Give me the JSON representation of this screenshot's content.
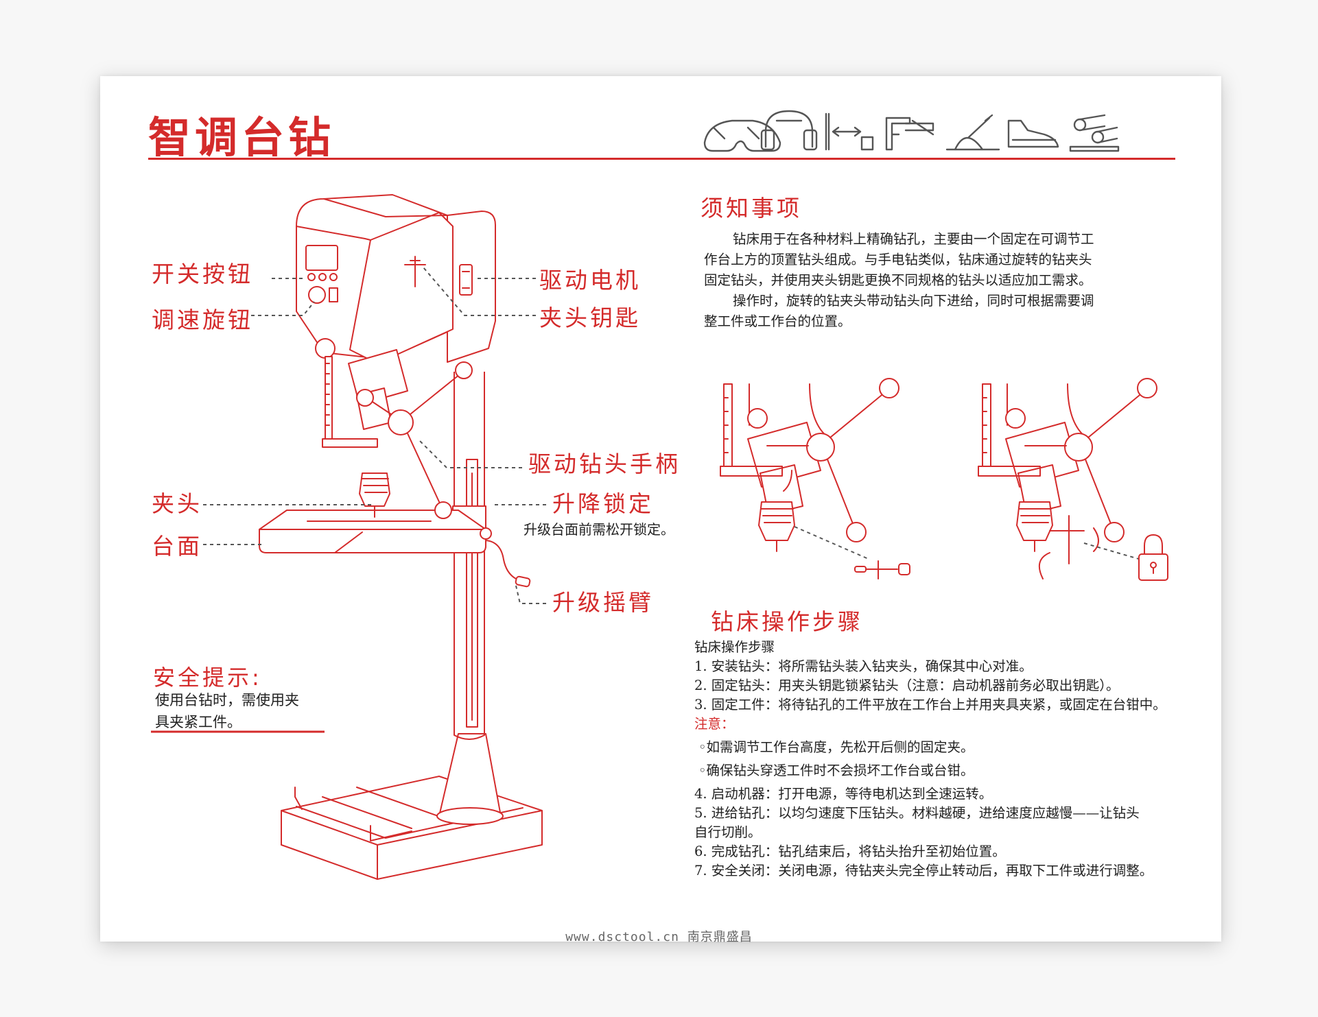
{
  "title": "智调台钻",
  "labels": {
    "power_button": "开关按钮",
    "speed_knob": "调速旋钮",
    "drive_motor": "驱动电机",
    "chuck_key": "夹头钥匙",
    "drive_handle": "驱动钻头手柄",
    "chuck": "夹头",
    "lift_lock": "升降锁定",
    "lift_lock_note": "升级台面前需松开锁定。",
    "table": "台面",
    "lift_crank": "升级摇臂"
  },
  "safety": {
    "heading": "安全提示:",
    "line1": "使用台钻时，需使用夹",
    "line2": "具夹紧工件。"
  },
  "notice": {
    "heading": "须知事项",
    "p1_line1": "钻床用于在各种材料上精确钻孔，主要由一个固定在可调节工",
    "p1_line2": "作台上方的顶置钻头组成。与手电钻类似，钻床通过旋转的钻夹头",
    "p1_line3": "固定钻头，并使用夹头钥匙更换不同规格的钻头以适应加工需求。",
    "p2_line1": "操作时，旋转的钻夹头带动钻头向下进给，同时可根据需要调",
    "p2_line2": "整工件或工作台的位置。"
  },
  "operation": {
    "heading": "钻床操作步骤",
    "subheading": "钻床操作步骤",
    "step1": "1.  安装钻头：将所需钻头装入钻夹头，确保其中心对准。",
    "step2": "2.  固定钻头：用夹头钥匙锁紧钻头（注意：启动机器前务必取出钥匙）。",
    "step3": "3.  固定工件：将待钻孔的工件平放在工作台上并用夹具夹紧，或固定在台钳中。",
    "note_label": "注意：",
    "note1": "◦如需调节工作台高度，先松开后侧的固定夹。",
    "note2": "◦确保钻头穿透工件时不会损坏工作台或台钳。",
    "step4": "4.  启动机器：打开电源，等待电机达到全速运转。",
    "step5_line1": "5.  进给钻孔：以均匀速度下压钻头。材料越硬，进给速度应越慢——让钻头",
    "step5_line2": "自行切削。",
    "step6": "6.  完成钻孔：钻孔结束后，将钻头抬升至初始位置。",
    "step7": "7.  安全关闭：关闭电源，待钻夹头完全停止转动后，再取下工件或进行调整。"
  },
  "icons": [
    "safety-goggles-icon",
    "ear-protection-icon",
    "measure-icon",
    "clamp-icon",
    "saw-blade-icon",
    "safety-shoe-icon",
    "material-stock-icon"
  ],
  "footer": "www.dsctool.cn 南京鼎盛昌",
  "colors": {
    "accent": "#d42b2b",
    "text": "#222222"
  }
}
